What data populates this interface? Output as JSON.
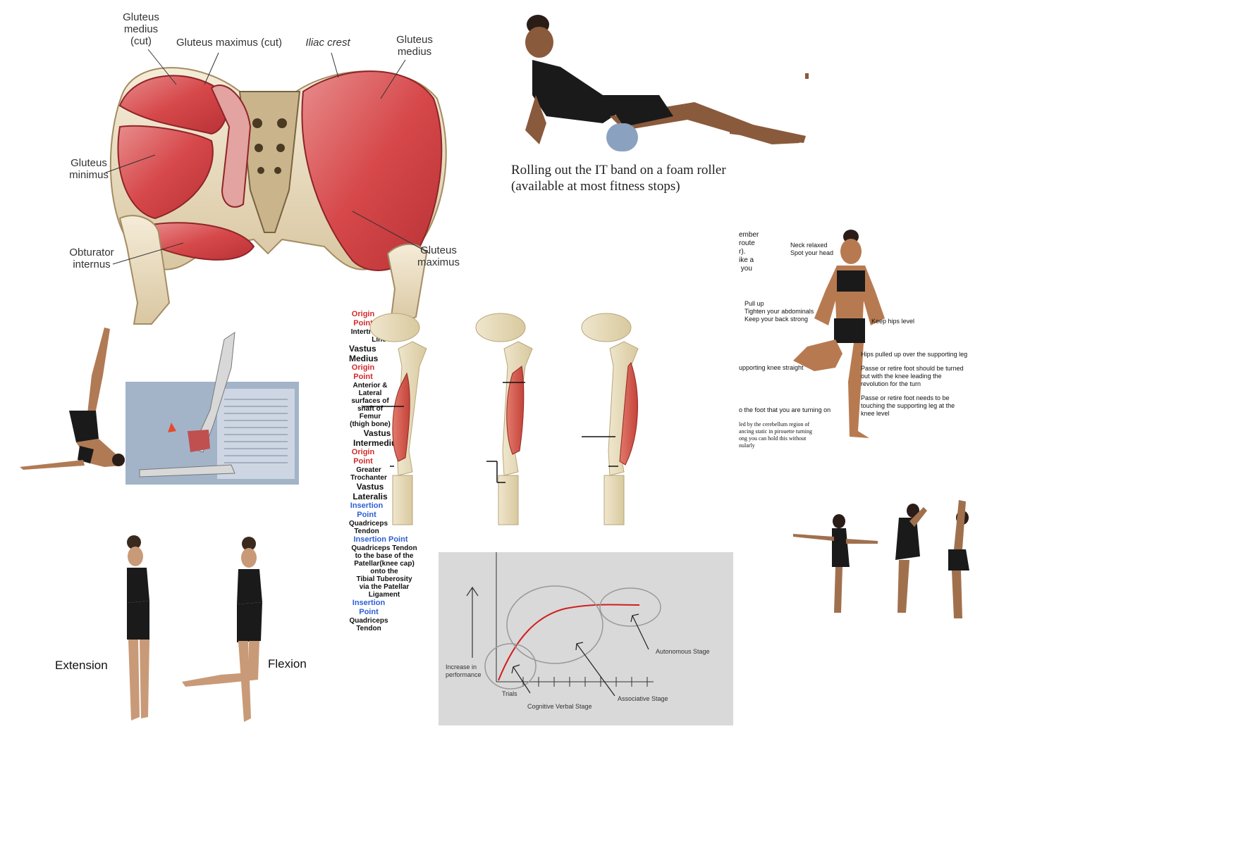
{
  "gluteal": {
    "labels": {
      "gluteus_medius_cut": "Gluteus\nmedius\n(cut)",
      "gluteus_maximus_cut": "Gluteus maximus (cut)",
      "iliac_crest": "Iliac crest",
      "gluteus_medius": "Gluteus\nmedius",
      "gluteus_minimus": "Gluteus\nminimus",
      "obturator_internus": "Obturator\ninternus",
      "gluteus_maximus": "Gluteus\nmaximus"
    }
  },
  "foam_roller": {
    "caption_line1": "Rolling out the IT band on a foam roller",
    "caption_line2": "(available at most fitness stops)"
  },
  "pirouette": {
    "left_fragments": [
      "ember",
      "route",
      "r).",
      "ike a",
      " you"
    ],
    "neck": "Neck relaxed",
    "spot": "Spot your head",
    "pull_up": "Pull up",
    "tighten": "Tighten your abdominals",
    "back": "Keep your back strong",
    "hips_level": "Keep hips level",
    "hips_pulled": "Hips pulled up over the supporting leg",
    "knee_straight": "upporting knee straight",
    "passe1_l1": "Passe or retire foot should be turned",
    "passe1_l2": "out with the knee leading the",
    "passe1_l3": "revolution for the turn",
    "passe2_l1": "Passe or retire foot needs to be",
    "passe2_l2": "touching the supporting leg at the",
    "passe2_l3": "knee level",
    "foot_turning": "o the foot that you are turning on",
    "cereb_l1": "led by the cerebellum region of",
    "cereb_l2": "ancing static in pirouette turning",
    "cereb_l3": "ong you can hold this without",
    "cereb_l4": "nularly"
  },
  "quadriceps": {
    "origin_label": "Origin\nPoint",
    "insertion_label": "Insertion\nPoint",
    "insertion_point": "Insertion Point",
    "intertrochanteric": "Intertrochanteric\nLine",
    "vastus_medius": "Vastus\nMedius",
    "vastus_intermedius": "Vastus\nIntermedius",
    "anterior": "Anterior &\nLateral\nsurfaces of\nshaft of\nFemur\n(thigh bone)",
    "greater_trochanter": "Greater\nTrochanter",
    "vastus_lateralis": "Vastus\nLateralis",
    "quad_tendon_short": "Quadriceps\nTendon",
    "quad_tendon_long": "Quadriceps Tendon\nto the base of the\nPatellar(knee cap)\nonto the\nTibial Tuberosity\nvia the Patellar\nLigament"
  },
  "extension_flexion": {
    "extension": "Extension",
    "flexion": "Flexion"
  },
  "learning_curve": {
    "ylabel": "Increase in\nperformance",
    "xlabel": "Trials",
    "autonomous": "Autonomous Stage",
    "associative": "Associative Stage",
    "cognitive": "Cognitive Verbal Stage",
    "colors": {
      "curve": "#d11f1f",
      "panel": "#d9d9d9"
    }
  },
  "icons": [
    "pelvis-anatomy-illustration",
    "foam-roller-photo",
    "pirouette-photo",
    "shoulder-stand-photo",
    "anatomy-book-photo",
    "extension-photo",
    "flexion-photo",
    "leg-hold-photos"
  ]
}
